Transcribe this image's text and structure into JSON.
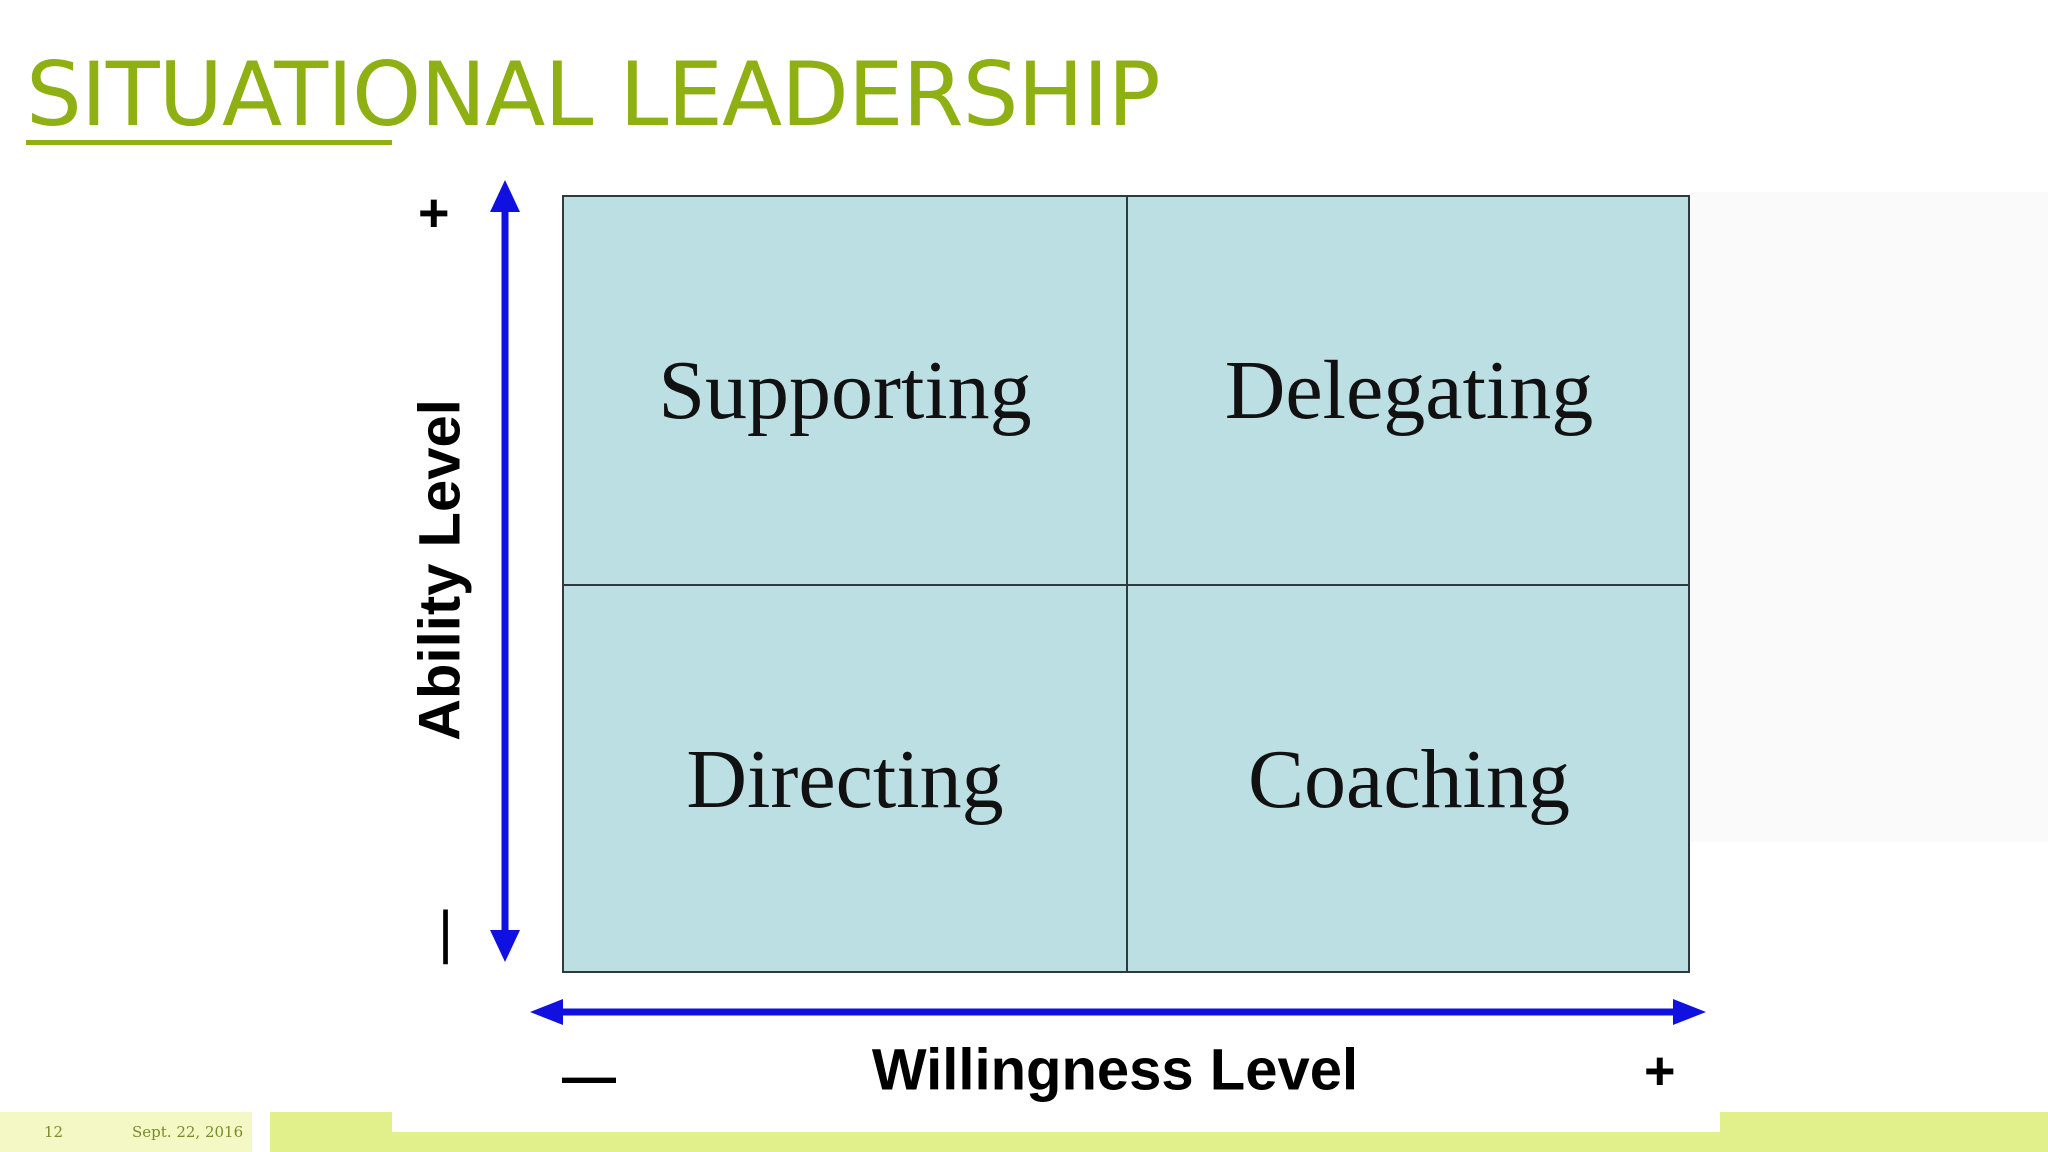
{
  "slide": {
    "title": "SITUATIONAL LEADERSHIP",
    "page_number": "12",
    "date": "Sept. 22, 2016"
  },
  "diagram": {
    "quadrants": {
      "top_left": "Supporting",
      "top_right": "Delegating",
      "bottom_left": "Directing",
      "bottom_right": "Coaching"
    },
    "y_axis": {
      "label": "Ability Level",
      "high": "+",
      "low": "|"
    },
    "x_axis": {
      "label": "Willingness Level",
      "low": "—",
      "high": "+"
    }
  },
  "colors": {
    "title": "#8fb012",
    "quadrant_fill": "#bcdfe4",
    "arrow": "#1010e0",
    "footer_bar": "#e2f08c"
  }
}
